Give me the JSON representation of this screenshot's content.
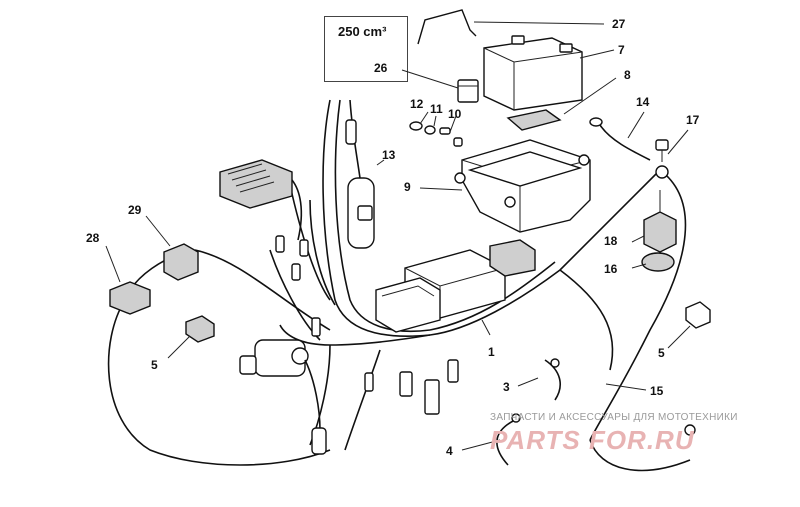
{
  "diagram": {
    "displacement_label": "250 cm³",
    "callouts": [
      "1",
      "3",
      "4",
      "5",
      "5",
      "7",
      "8",
      "9",
      "10",
      "11",
      "12",
      "13",
      "14",
      "15",
      "16",
      "17",
      "18",
      "26",
      "27",
      "28",
      "29"
    ]
  },
  "watermark": {
    "tagline": "ЗАПЧАСТИ И АКСЕССУАРЫ ДЛЯ МОТОТЕХНИКИ",
    "logo": "PARTS FOR.RU"
  }
}
